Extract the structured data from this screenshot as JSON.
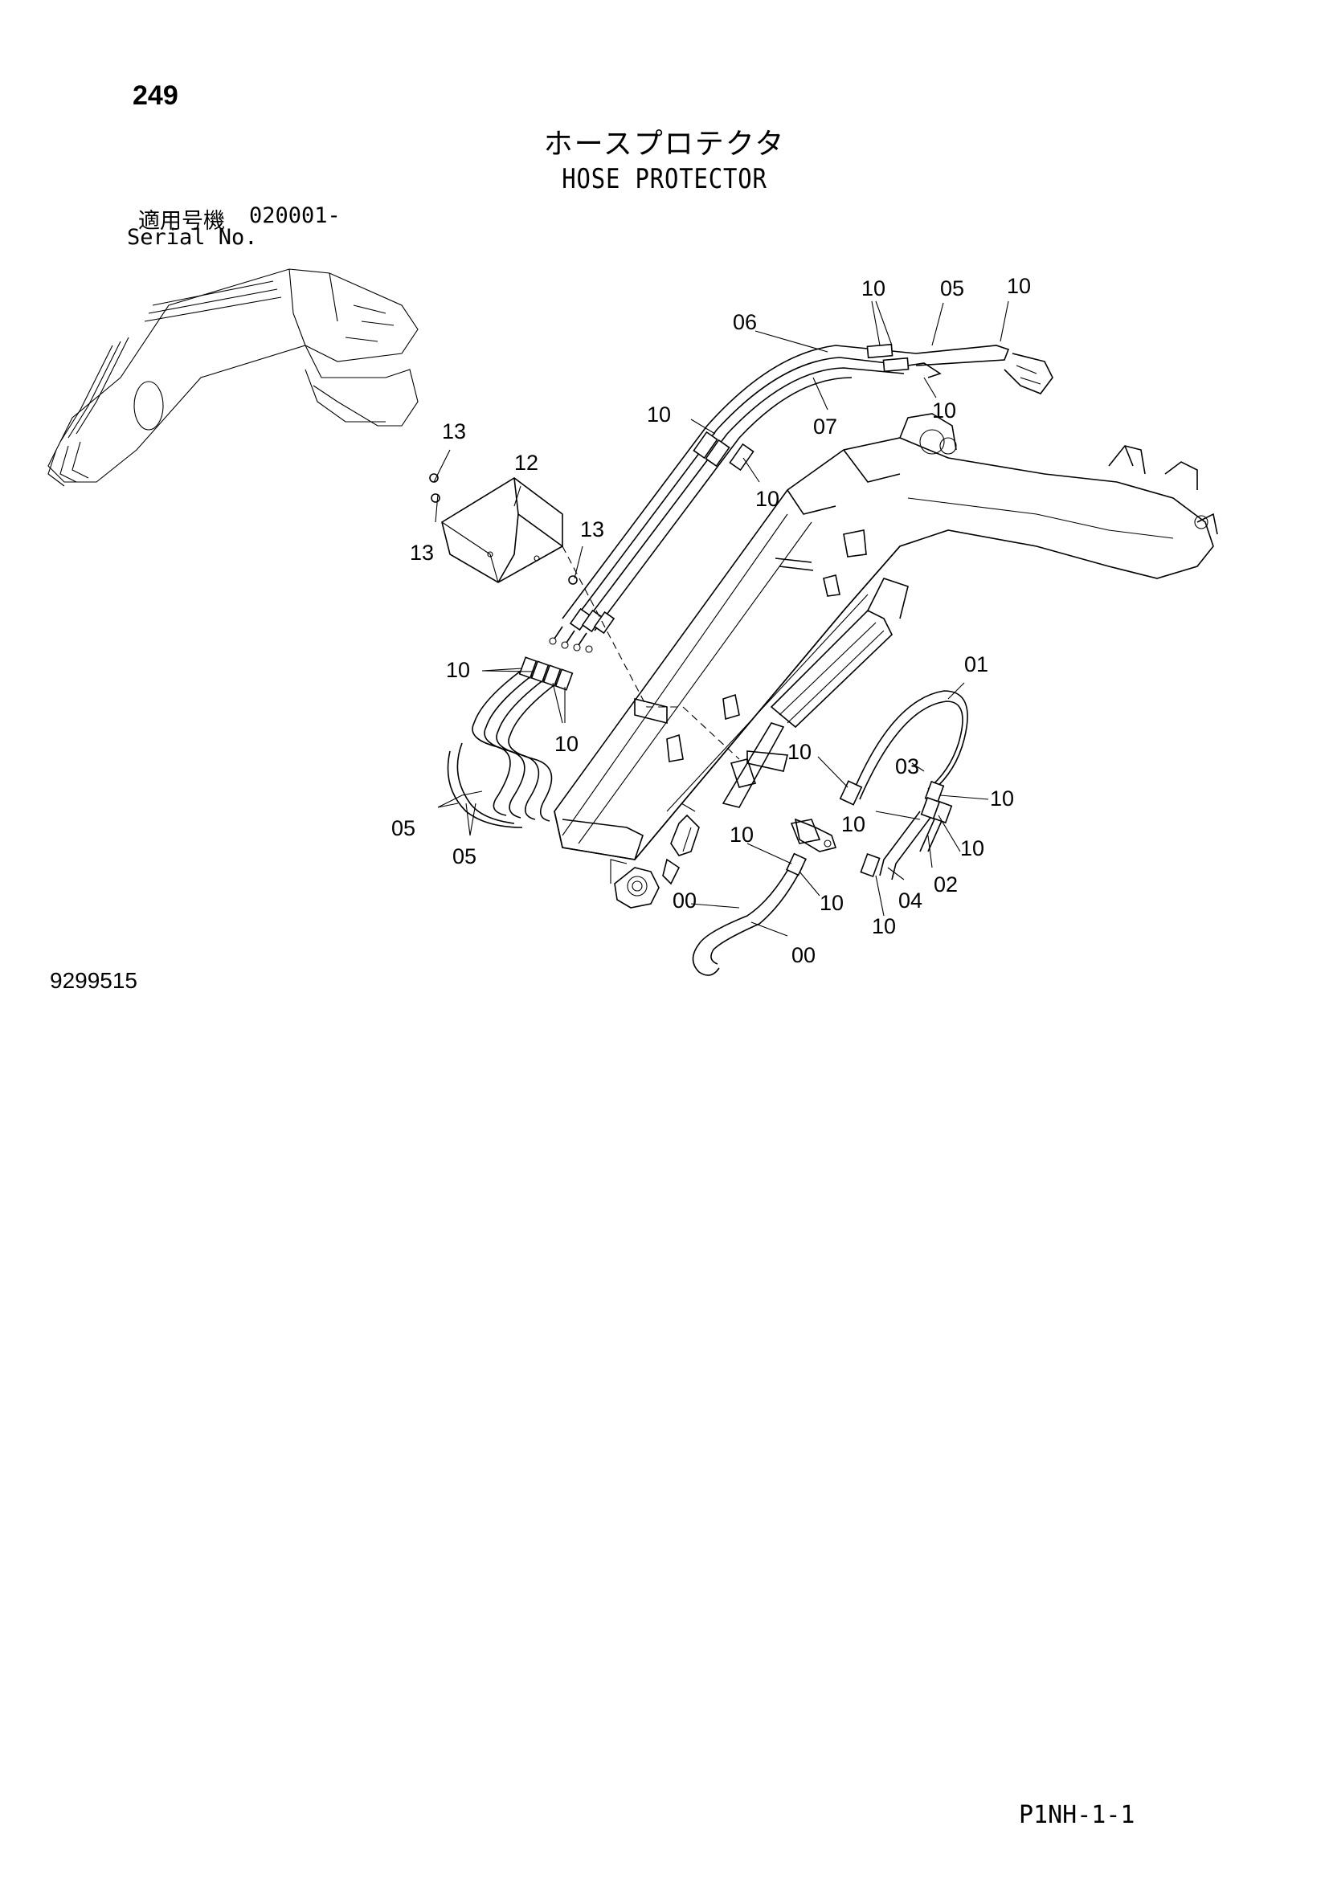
{
  "header": {
    "page_number": "249",
    "title_jp": "ホースプロテクタ",
    "title_en": "HOSE PROTECTOR",
    "serial_label_jp": "適用号機",
    "serial_range": "020001-",
    "serial_label_en": "Serial No."
  },
  "footer": {
    "drawing_number": "9299515",
    "page_code": "P1NH-1-1"
  },
  "callouts": {
    "c10_top_a": "10",
    "c05_top": "05",
    "c10_top_b": "10",
    "c06": "06",
    "c10_mid_a": "10",
    "c07": "07",
    "c10_mid_b": "10",
    "c10_mid_c": "10",
    "c13_a": "13",
    "c12": "12",
    "c13_b": "13",
    "c13_c": "13",
    "c10_left_a": "10",
    "c10_left_b": "10",
    "c05_left_a": "05",
    "c05_left_b": "05",
    "c01": "01",
    "c03": "03",
    "c10_r_a": "10",
    "c10_r_b": "10",
    "c10_r_c": "10",
    "c10_r_d": "10",
    "c02": "02",
    "c04": "04",
    "c10_r_e": "10",
    "c10_low_a": "10",
    "c10_low_b": "10",
    "c00_a": "00",
    "c00_b": "00"
  }
}
